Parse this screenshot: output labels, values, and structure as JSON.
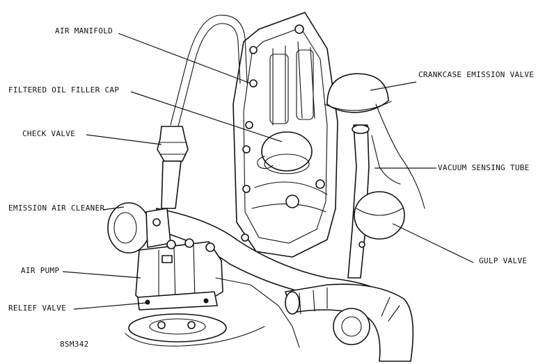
{
  "labels": {
    "air_manifold": "AIR MANIFOLD",
    "filtered_oil_filler_cap": "FILTERED OIL FILLER CAP",
    "check_valve": "CHECK VALVE",
    "emission_air_cleaner": "EMISSION AIR CLEANER",
    "air_pump": "AIR PUMP",
    "relief_valve": "RELIEF VALVE",
    "crankcase_emission_valve": "CRANKCASE EMISSION VALVE",
    "vacuum_sensing_tube": "VACUUM SENSING TUBE",
    "gulp_valve": "GULP VALVE"
  },
  "figure_id": "8SM342"
}
